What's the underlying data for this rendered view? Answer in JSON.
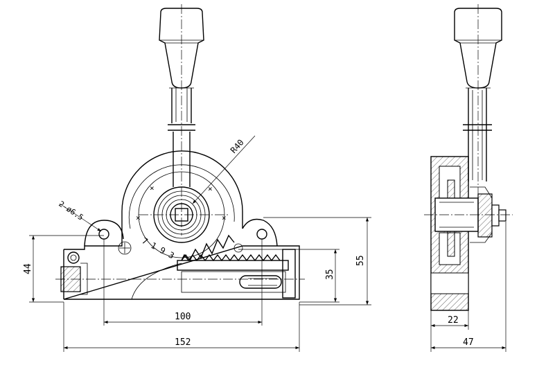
{
  "labels": {
    "radius": "R40",
    "hole_callout": "2-ø6.5",
    "positions": "7 1 9 3"
  },
  "dimensions": {
    "d100": "100",
    "d152": "152",
    "d44": "44",
    "d35": "35",
    "d55": "55",
    "d22": "22",
    "d47": "47"
  }
}
